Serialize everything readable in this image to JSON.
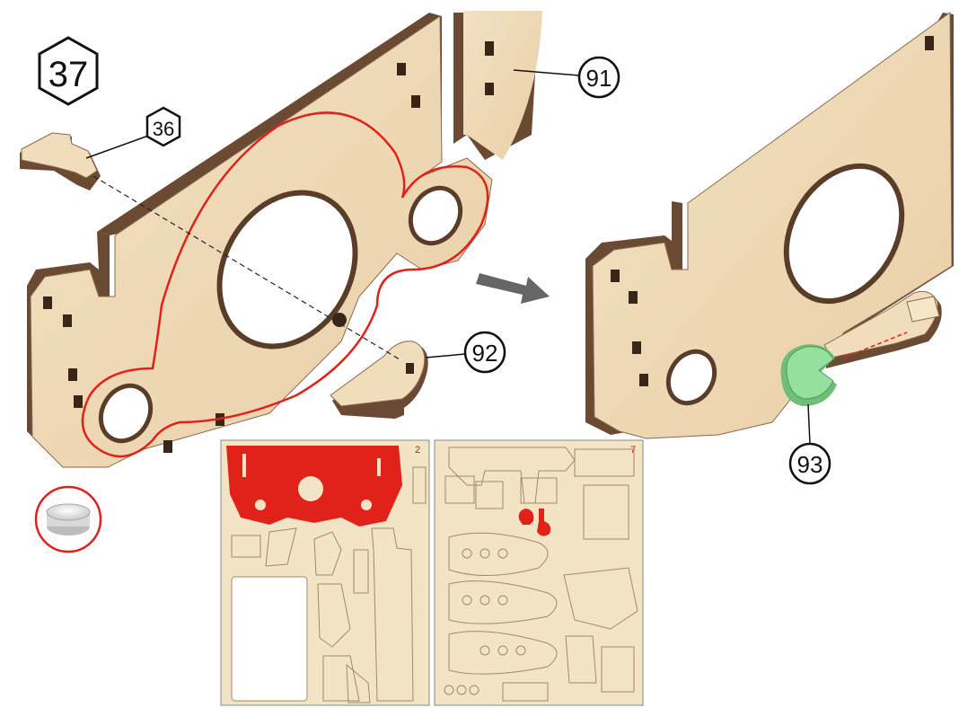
{
  "step": {
    "number": "37"
  },
  "callouts": {
    "part_36": "36",
    "part_91": "91",
    "part_92": "92",
    "part_93": "93"
  },
  "sheets": {
    "left_sheet_number": "2",
    "right_sheet_number": "7"
  },
  "colors": {
    "wood_face": "#f1dcbb",
    "wood_edge": "#6b4a33",
    "highlight": "#e0221a",
    "connector_green": "#8fdc98",
    "sheet_bg": "#f4e4c6"
  },
  "icons": {
    "tealight": "tealight-candle-icon",
    "arrow": "right-arrow-icon"
  }
}
